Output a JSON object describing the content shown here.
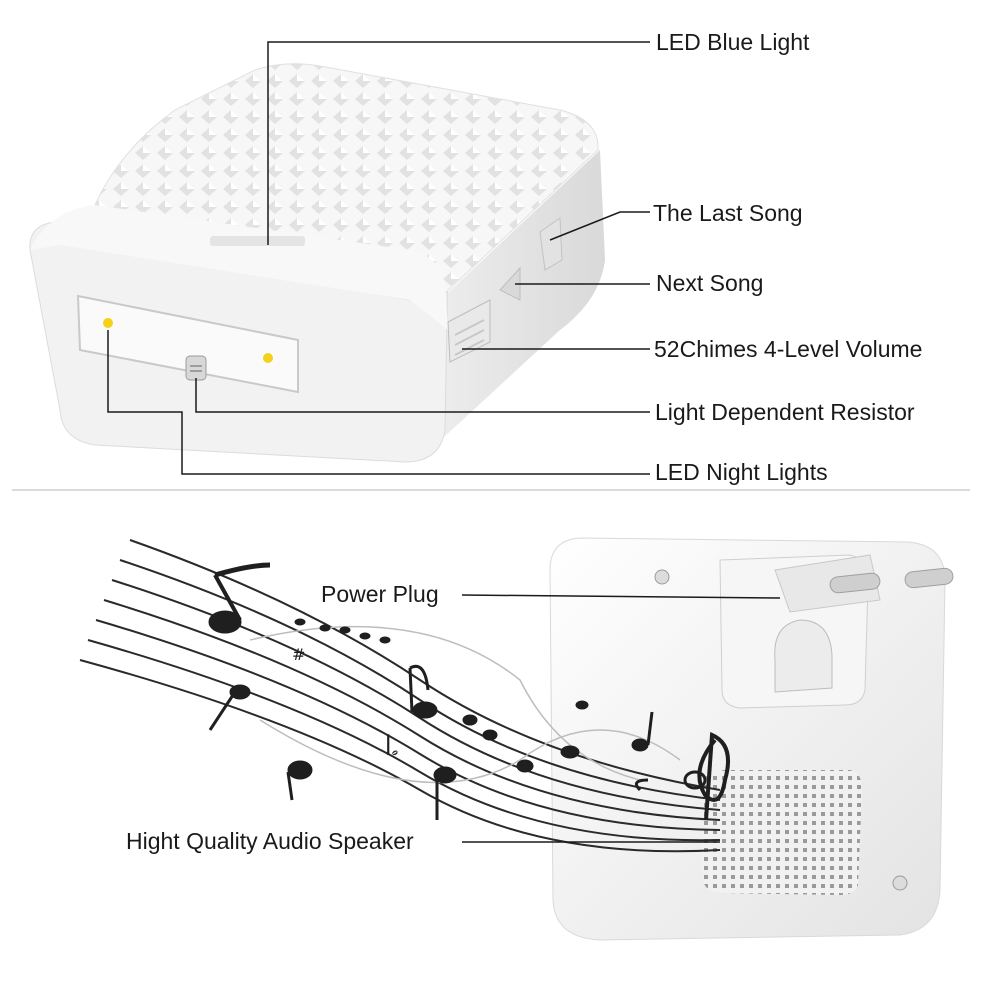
{
  "labels": {
    "led_blue_light": "LED Blue Light",
    "last_song": "The Last Song",
    "next_song": "Next Song",
    "volume": "52Chimes 4-Level Volume",
    "ldr": "Light Dependent Resistor",
    "night_lights": "LED Night Lights",
    "power_plug": "Power Plug",
    "speaker": "Hight Quality Audio Speaker"
  },
  "colors": {
    "device_white": "#f4f4f4",
    "device_shadow": "#d6d6d6",
    "led_yellow": "#f4d21c",
    "leader_line": "#1a1a1a",
    "divider": "#cfcfcf"
  }
}
